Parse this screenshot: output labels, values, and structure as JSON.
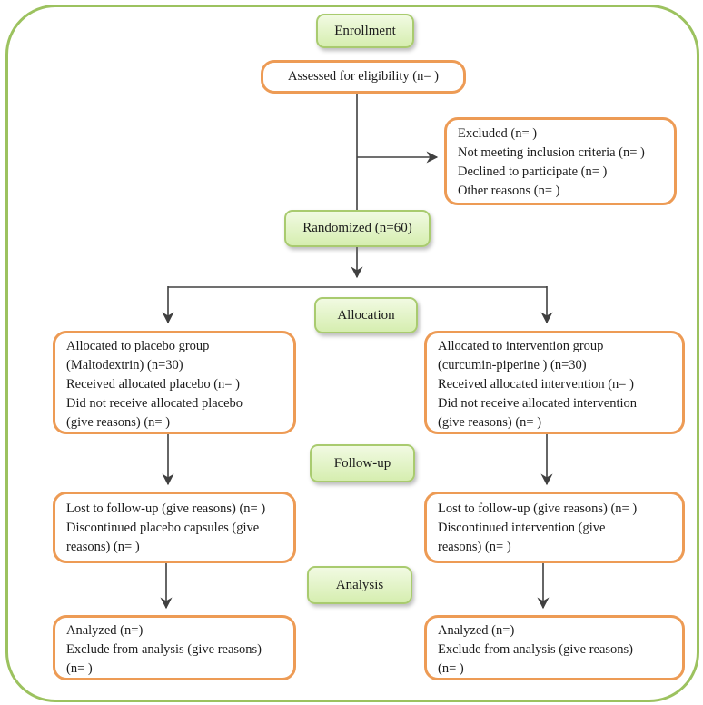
{
  "diagram": {
    "kind": "CONSORT participant flow diagram",
    "colors": {
      "frame_border": "#9cc25f",
      "stage_fill_top": "#f1fae2",
      "stage_fill_bottom": "#d6eeb0",
      "stage_border": "#a9cb6f",
      "node_border": "#ed9b55",
      "connector": "#404040",
      "text": "#1c1c1c"
    },
    "stages": {
      "enrollment": "Enrollment",
      "allocation": "Allocation",
      "followup": "Follow-up",
      "analysis": "Analysis"
    },
    "nodes": {
      "assessed": "Assessed for eligibility (n=  )",
      "excluded": "Excluded (n=  )\nNot meeting inclusion criteria (n= )\nDeclined to participate (n=  )\nOther reasons (n=  )",
      "randomized": "Randomized (n=60)",
      "allocated_placebo": "Allocated to placebo group\n(Maltodextrin) (n=30)\nReceived allocated placebo (n=  )\nDid not receive allocated placebo\n(give reasons) (n=  )",
      "allocated_intervention": "Allocated to intervention group\n(curcumin-piperine ) (n=30)\nReceived allocated intervention (n= )\nDid not receive allocated intervention\n(give reasons) (n=  )",
      "followup_placebo": "Lost to follow-up (give reasons) (n= )\nDiscontinued placebo capsules (give\nreasons) (n=  )",
      "followup_intervention": "Lost to follow-up (give reasons) (n= )\nDiscontinued intervention (give\nreasons) (n=  )",
      "analysis_placebo": "Analyzed (n=)\nExclude from analysis (give reasons)\n(n=  )",
      "analysis_intervention": "Analyzed (n=)\nExclude from analysis (give reasons)\n(n=  )"
    }
  }
}
